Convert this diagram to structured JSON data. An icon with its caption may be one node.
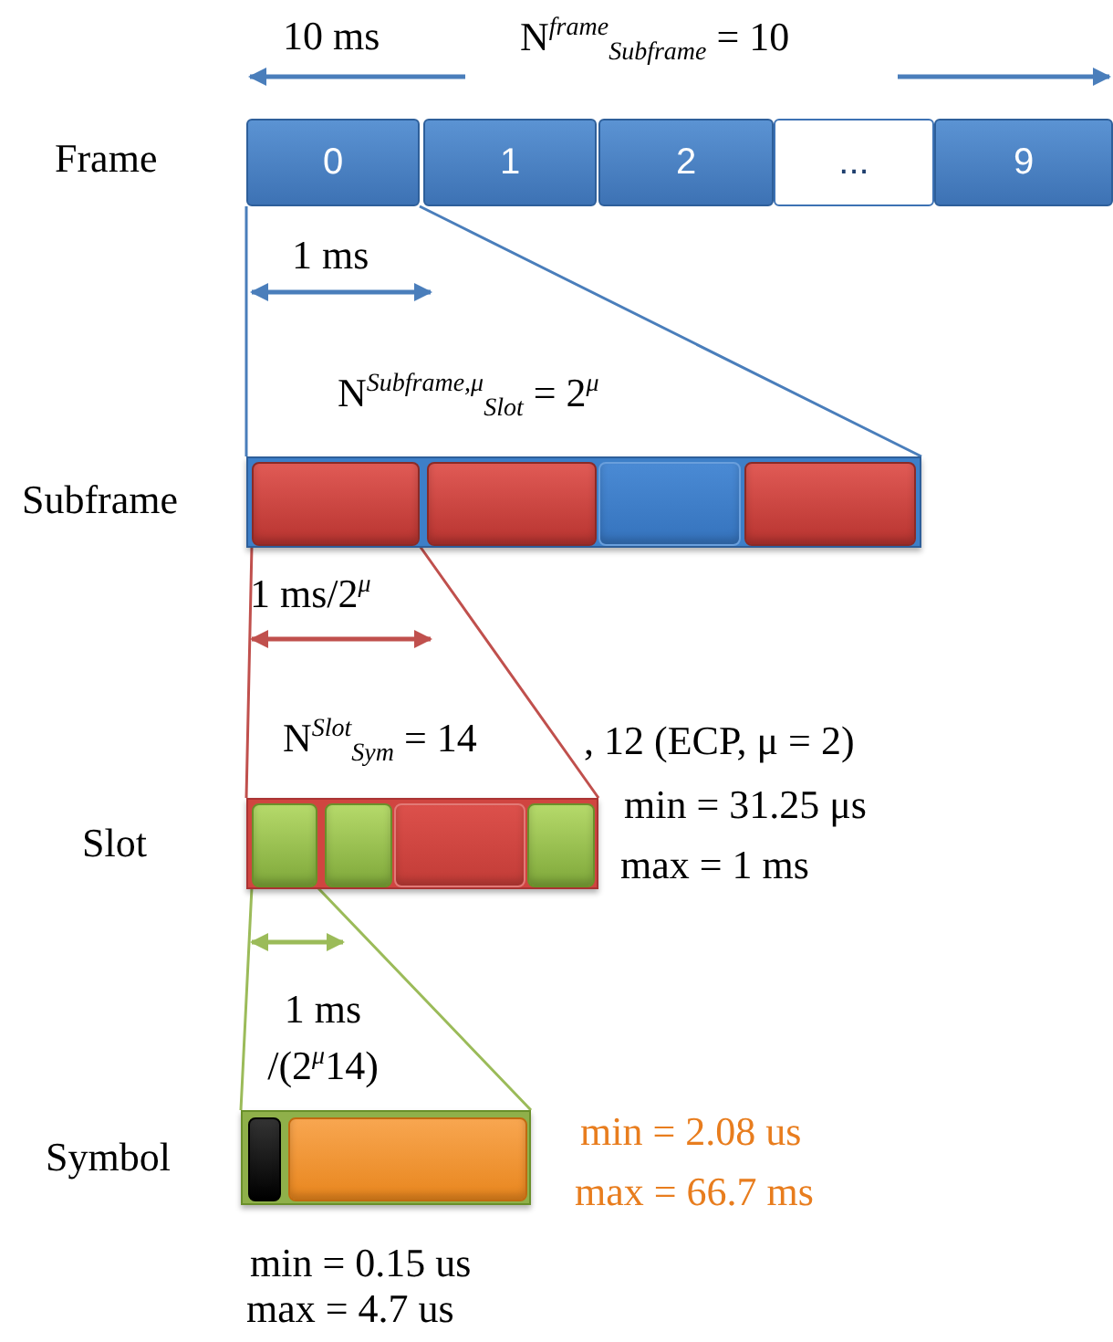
{
  "diagram": {
    "nodes": [
      {
        "text": [
          "0"
        ]
      },
      {
        "text": [
          "1"
        ]
      },
      {
        "text": [
          "2"
        ]
      },
      {
        "text": [
          "..."
        ]
      },
      {
        "text": [
          "9"
        ]
      },
      {
        "text": [],
        "shape": "bar"
      },
      {
        "text": [],
        "shape": "box",
        "in": 5
      },
      {
        "text": [],
        "shape": "box",
        "in": 5
      },
      {
        "text": [],
        "shape": "box",
        "in": 5
      },
      {
        "text": [],
        "shape": "box",
        "in": 5
      },
      {
        "text": [],
        "shape": "bar",
        "beside": [
          "min = 31.25 μs",
          "max = 1 ms"
        ]
      },
      {
        "text": [],
        "shape": "box",
        "in": 10
      },
      {
        "text": [],
        "shape": "box",
        "in": 10
      },
      {
        "text": [],
        "shape": "box",
        "in": 10
      },
      {
        "text": [],
        "shape": "box",
        "in": 10
      },
      {
        "text": [],
        "shape": "bar",
        "beside": [
          "min = 2.08 us",
          "max = 66.7 ms",
          "min = 0.15 us",
          "max = 4.7 us"
        ]
      },
      {
        "text": [],
        "shape": "box",
        "in": 15
      },
      {
        "text": [],
        "shape": "box",
        "in": 15
      }
    ],
    "edges": [
      {
        "from": 0,
        "to": 5,
        "arrow": "none",
        "color": "#4a7ebb"
      },
      {
        "from": 6,
        "to": 10,
        "arrow": "none",
        "color": "#c0504d"
      },
      {
        "from": 11,
        "to": 15,
        "arrow": "none",
        "color": "#9bbb59"
      }
    ],
    "labels": [
      "10 ms",
      "N$^{frame}$$_{Subframe}$ = 10",
      "Frame",
      "1 ms",
      "N$^{Subframe,μ}$$_{Slot}$ = 2$^{μ}$",
      "Subframe",
      "1 ms/2$^{μ}$",
      "N$^{Slot}$$_{Sym}$ = 14",
      ", 12 (ECP, μ = 2)",
      "Slot",
      "1 ms /(2$^{μ}$14)",
      "Symbol"
    ]
  }
}
